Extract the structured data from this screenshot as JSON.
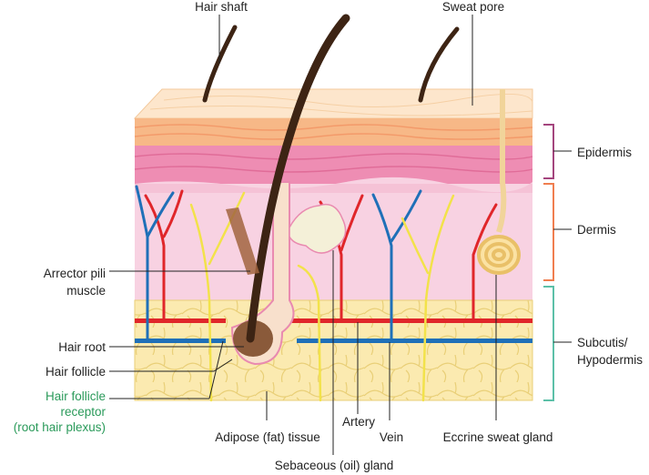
{
  "labels": {
    "hair_shaft": "Hair shaft",
    "sweat_pore": "Sweat pore",
    "epidermis": "Epidermis",
    "dermis": "Dermis",
    "subcutis_line1": "Subcutis/",
    "subcutis_line2": "Hypodermis",
    "arrector_line1": "Arrector pili",
    "arrector_line2": "muscle",
    "hair_root": "Hair root",
    "hair_follicle": "Hair follicle",
    "receptor_line1": "Hair follicle",
    "receptor_line2": "receptor",
    "receptor_line3": "(root hair plexus)",
    "adipose": "Adipose (fat) tissue",
    "artery": "Artery",
    "vein": "Vein",
    "eccrine": "Eccrine sweat gland",
    "sebaceous": "Sebaceous (oil) gland"
  },
  "colors": {
    "epidermis_top": "#fbe3c4",
    "epidermis_band": "#f6b985",
    "dermis_pink": "#ef8fb4",
    "dermis_light": "#f7cde0",
    "fat": "#fbe9a6",
    "artery": "#e0262a",
    "vein": "#1f70b8",
    "nerve": "#f2e24a",
    "hair": "#3d2414",
    "epidermis_bracket": "#a4457e",
    "dermis_bracket": "#f07e4f",
    "subcutis_bracket": "#5cc0a8",
    "receptor_text": "#2a9a5a"
  }
}
